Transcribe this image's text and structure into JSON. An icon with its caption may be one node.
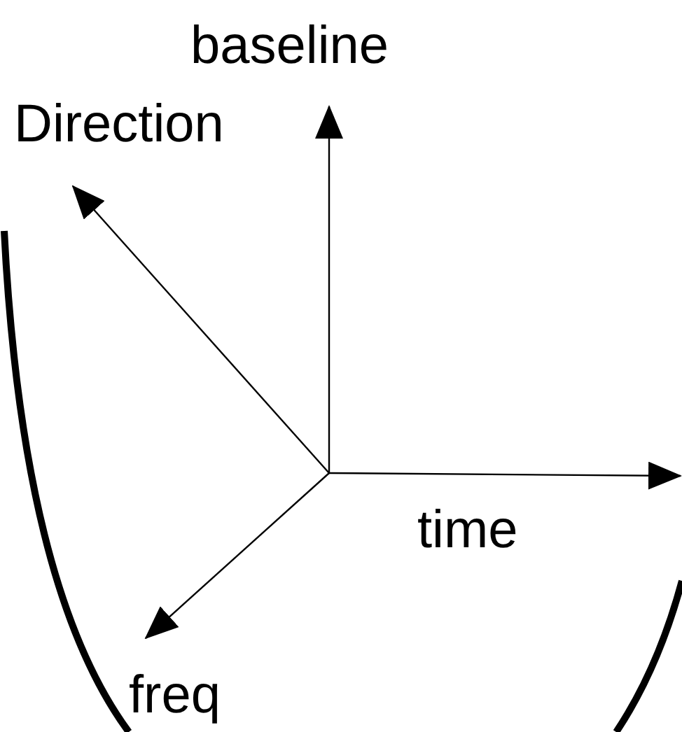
{
  "diagram": {
    "labels": [
      "baseline",
      "Direction",
      "time",
      "freq"
    ]
  }
}
